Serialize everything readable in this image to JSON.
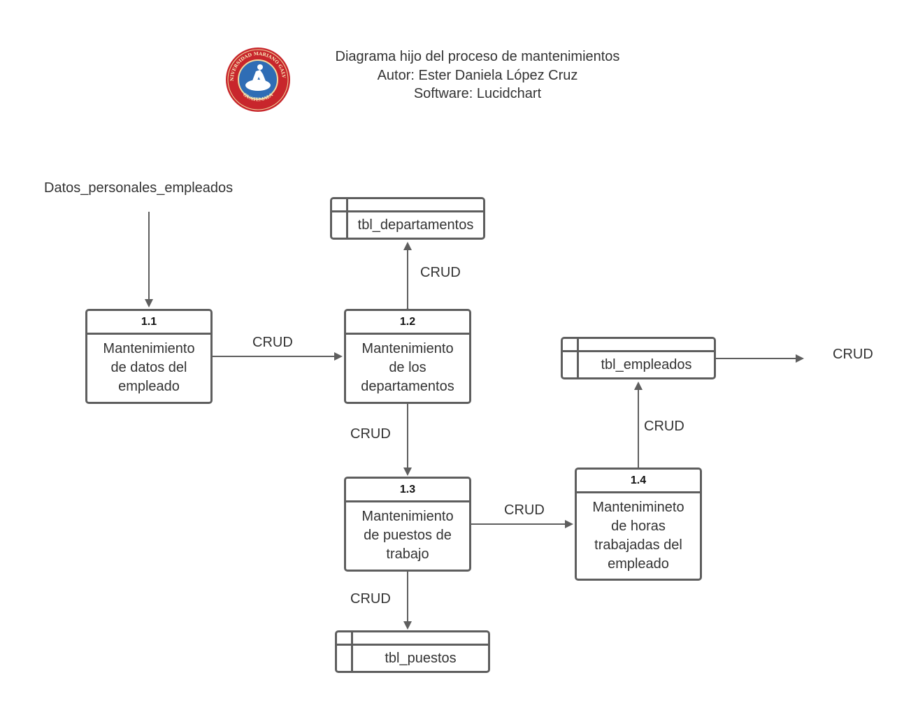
{
  "header": {
    "line1": "Diagrama hijo del proceso de mantenimientos",
    "line2": "Autor: Ester Daniela López Cruz",
    "line3": "Software: Lucidchart"
  },
  "logo": {
    "name": "university-seal-icon",
    "text_top": "UNIVERSIDAD MARIANO GALVEZ",
    "text_bottom": "GUATEMALA",
    "colors": {
      "ring": "#c8262c",
      "inner": "#2f6db5"
    }
  },
  "external": {
    "label": "Datos_personales_empleados"
  },
  "processes": [
    {
      "id": "1.1",
      "lines": [
        "Mantenimiento",
        "de datos del",
        "empleado"
      ]
    },
    {
      "id": "1.2",
      "lines": [
        "Mantenimiento",
        "de los",
        "departamentos"
      ]
    },
    {
      "id": "1.3",
      "lines": [
        "Mantenimiento",
        "de puestos de",
        "trabajo"
      ]
    },
    {
      "id": "1.4",
      "lines": [
        "Mantenimineto",
        "de horas",
        "trabajadas del",
        "empleado"
      ]
    }
  ],
  "stores": [
    {
      "name": "tbl_departamentos"
    },
    {
      "name": "tbl_empleados"
    },
    {
      "name": "tbl_puestos"
    }
  ],
  "flows": [
    {
      "label": "CRUD"
    },
    {
      "label": "CRUD"
    },
    {
      "label": "CRUD"
    },
    {
      "label": "CRUD"
    },
    {
      "label": "CRUD"
    },
    {
      "label": "CRUD"
    },
    {
      "label": "CRUD"
    }
  ],
  "colors": {
    "line": "#5e5e5e",
    "text": "#333333"
  }
}
